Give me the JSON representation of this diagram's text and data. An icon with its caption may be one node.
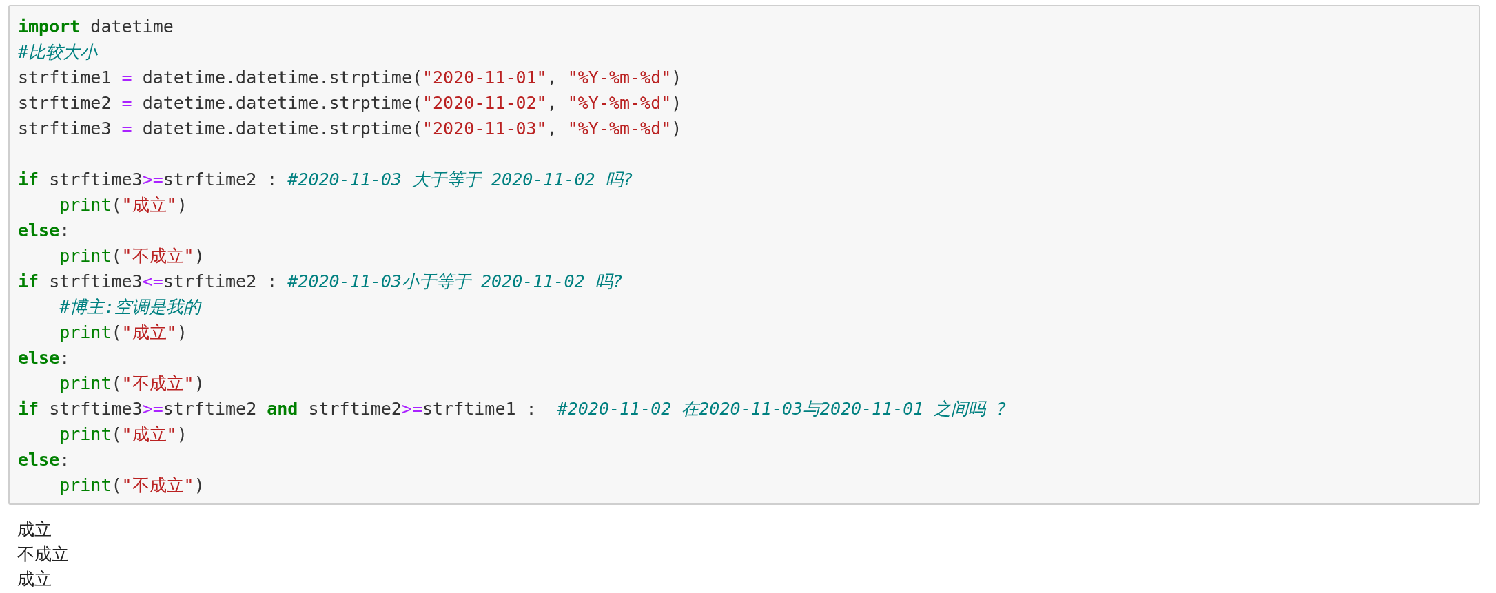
{
  "diagram": {
    "nodes": [
      {
        "text": [
          "import datetime",
          "#比较大小",
          "strftime1 = datetime.datetime.strptime(\"2020-11-01\", \"%Y-%m-%d\")",
          "strftime2 = datetime.datetime.strptime(\"2020-11-02\", \"%Y-%m-%d\")",
          "strftime3 = datetime.datetime.strptime(\"2020-11-03\", \"%Y-%m-%d\")",
          "if strftime3>=strftime2 : #2020-11-03 大于等于 2020-11-02 吗?",
          "    print(\"成立\")",
          "else:",
          "    print(\"不成立\")",
          "if strftime3<=strftime2 : #2020-11-03小于等于 2020-11-02 吗?",
          "    #博主:空调是我的",
          "    print(\"成立\")",
          "else:",
          "    print(\"不成立\")",
          "if strftime3>=strftime2 and strftime2>=strftime1 :  #2020-11-02 在2020-11-03与2020-11-01 之间吗 ?",
          "    print(\"成立\")",
          "else:",
          "    print(\"不成立\")"
        ]
      }
    ],
    "labels": [
      "成立",
      "不成立",
      "成立"
    ]
  }
}
